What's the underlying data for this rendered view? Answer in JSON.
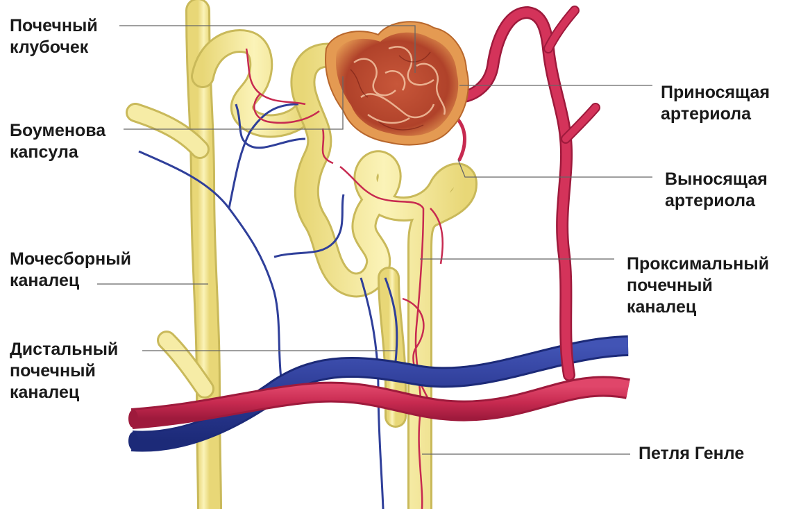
{
  "labels": {
    "glomerulus": "Почечный\nклубочек",
    "bowman_capsule": "Боуменова\nкапсула",
    "collecting_duct": "Мочесборный\nканалец",
    "distal_tubule": "Дистальный\nпочечный\nканалец",
    "afferent_arteriole": "Приносящая\nартериола",
    "efferent_arteriole": "Выносящая\nартериола",
    "proximal_tubule": "Проксимальный\nпочечный\nканалец",
    "loop_of_henle": "Петля Генле"
  },
  "colors": {
    "tubule": "#f3e79a",
    "tubule_edge": "#c9b95a",
    "artery": "#d4335a",
    "artery_dark": "#a8193f",
    "vein": "#2f3f9a",
    "vein_dark": "#1c2a78",
    "glomerulus": "#b8482e",
    "capsule": "#e7a05a",
    "leader": "#555555"
  }
}
